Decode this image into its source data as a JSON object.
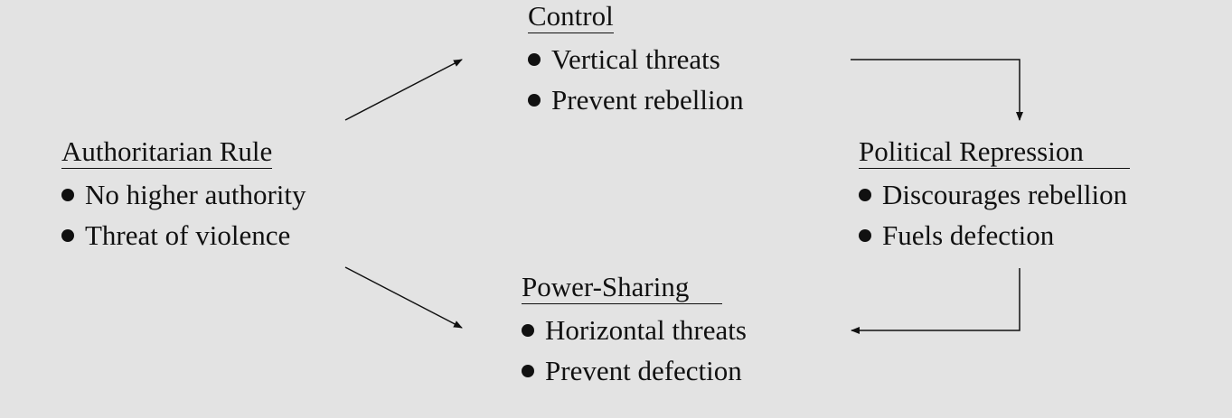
{
  "nodes": {
    "authoritarian_rule": {
      "title": "Authoritarian Rule",
      "bullets": [
        "No higher authority",
        "Threat of violence"
      ]
    },
    "control": {
      "title": "Control",
      "bullets": [
        "Vertical threats",
        "Prevent rebellion"
      ]
    },
    "political_repression": {
      "title": "Political Repression",
      "bullets": [
        "Discourages rebellion",
        "Fuels defection"
      ]
    },
    "power_sharing": {
      "title": "Power-Sharing",
      "bullets": [
        "Horizontal threats",
        "Prevent defection"
      ]
    }
  },
  "colors": {
    "background": "#e3e3e3",
    "ink": "#111111"
  }
}
